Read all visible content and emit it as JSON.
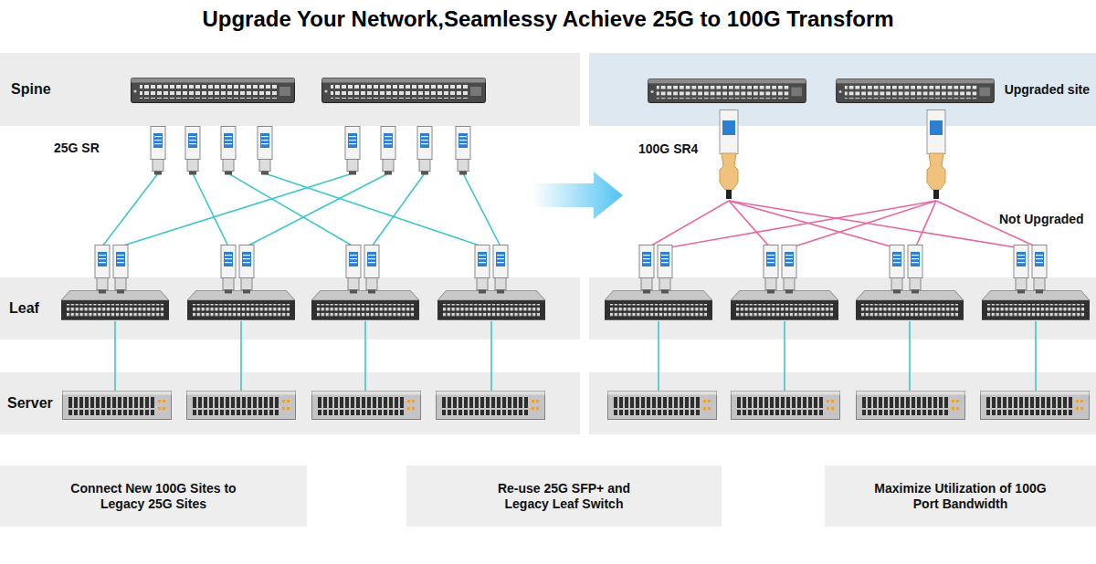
{
  "diagram": {
    "title": "Upgrade Your Network,Seamlessy Achieve 25G to 100G Transform",
    "nodes": [
      {
        "text": [
          "Spine"
        ]
      },
      {
        "text": [
          "Upgraded site"
        ]
      },
      {
        "text": [
          "Leaf"
        ]
      },
      {
        "text": [
          "Server"
        ]
      },
      {
        "text": [
          "Connect New 100G Sites to Legacy 25G Sites"
        ]
      },
      {
        "text": [
          "Re-use 25G SFP+ and Legacy Leaf Switch"
        ]
      },
      {
        "text": [
          "Maximize Utilization of 100G Port Bandwidth"
        ]
      }
    ],
    "labels": [
      "25G SR",
      "100G SR4",
      "Not Upgraded"
    ]
  }
}
